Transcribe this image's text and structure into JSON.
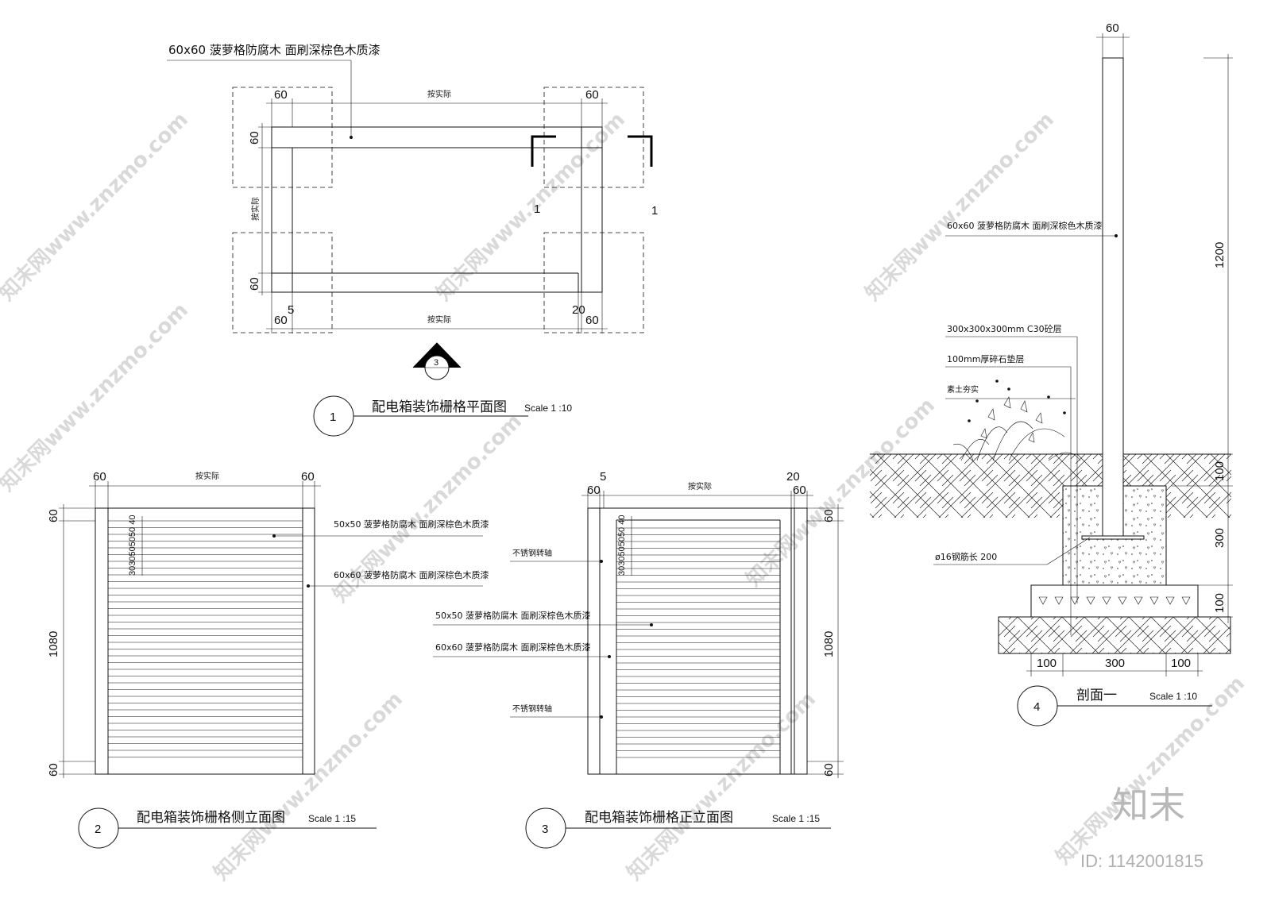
{
  "watermark": {
    "site": "知末网www.znzmo.com",
    "brand": "知末",
    "id": "ID: 1142001815"
  },
  "plan": {
    "title": "配电箱装饰栅格平面图",
    "num": "1",
    "scale": "Scale 1 :10",
    "note": "60x60 菠萝格防腐木    面刷深棕色木质漆",
    "dim_60": "60",
    "dim_5": "5",
    "dim_20": "20",
    "as_built": "按实际",
    "section_mark": "1",
    "ref_num": "3"
  },
  "side": {
    "title": "配电箱装饰栅格侧立面图",
    "num": "2",
    "scale": "Scale 1 :15",
    "dim_60": "60",
    "dim_height": "1080",
    "as_built": "按实际",
    "spacing": "3030505050 40",
    "note_50": "50x50 菠萝格防腐木    面刷深棕色木质漆",
    "note_60": "60x60 菠萝格防腐木    面刷深棕色木质漆"
  },
  "front": {
    "title": "配电箱装饰栅格正立面图",
    "num": "3",
    "scale": "Scale 1 :15",
    "dim_60": "60",
    "dim_5": "5",
    "dim_20": "20",
    "dim_height": "1080",
    "as_built": "按实际",
    "spacing": "3030505050 40",
    "hinge": "不锈钢转轴",
    "note_50": "50x50 菠萝格防腐木    面刷深棕色木质漆",
    "note_60": "60x60 菠萝格防腐木    面刷深棕色木质漆"
  },
  "section": {
    "title": "剖面一",
    "num": "4",
    "scale": "Scale 1 :10",
    "dim_top": "60",
    "dim_1200": "1200",
    "dim_100a": "100",
    "dim_300": "300",
    "dim_100b": "100",
    "dim_bottom_100": "100",
    "dim_bottom_300": "300",
    "note_post": "60x60 菠萝格防腐木    面刷深棕色木质漆",
    "note_concrete": "300x300x300mm C30砼层",
    "note_gravel": "100mm厚碎石垫层",
    "note_soil": "素土夯实",
    "note_rebar": "ø16钢筋长  200"
  }
}
